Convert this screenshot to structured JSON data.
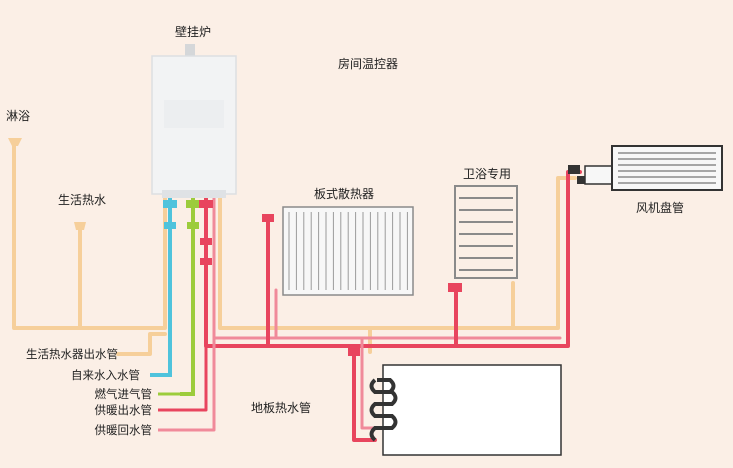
{
  "labels": {
    "boiler": "壁挂炉",
    "thermostat": "房间温控器",
    "shower": "淋浴",
    "hot_water": "生活热水",
    "panel_radiator": "板式散热器",
    "bathroom": "卫浴专用",
    "fan_coil": "风机盘管",
    "floor_heating": "地板热水管"
  },
  "legend": [
    {
      "label": "生活热水器出水管"
    },
    {
      "label": "自来水入水管"
    },
    {
      "label": "燃气进气管"
    },
    {
      "label": "供暖出水管"
    },
    {
      "label": "供暖回水管"
    }
  ],
  "colors": {
    "background": "#fbefe6",
    "domestic_hot_water_pipe": "#f6cf9a",
    "cold_water_pipe": "#4fc3dc",
    "gas_pipe": "#9ccc3c",
    "heating_supply_pipe": "#e8455e",
    "heating_return_pipe": "#f08a9a"
  }
}
